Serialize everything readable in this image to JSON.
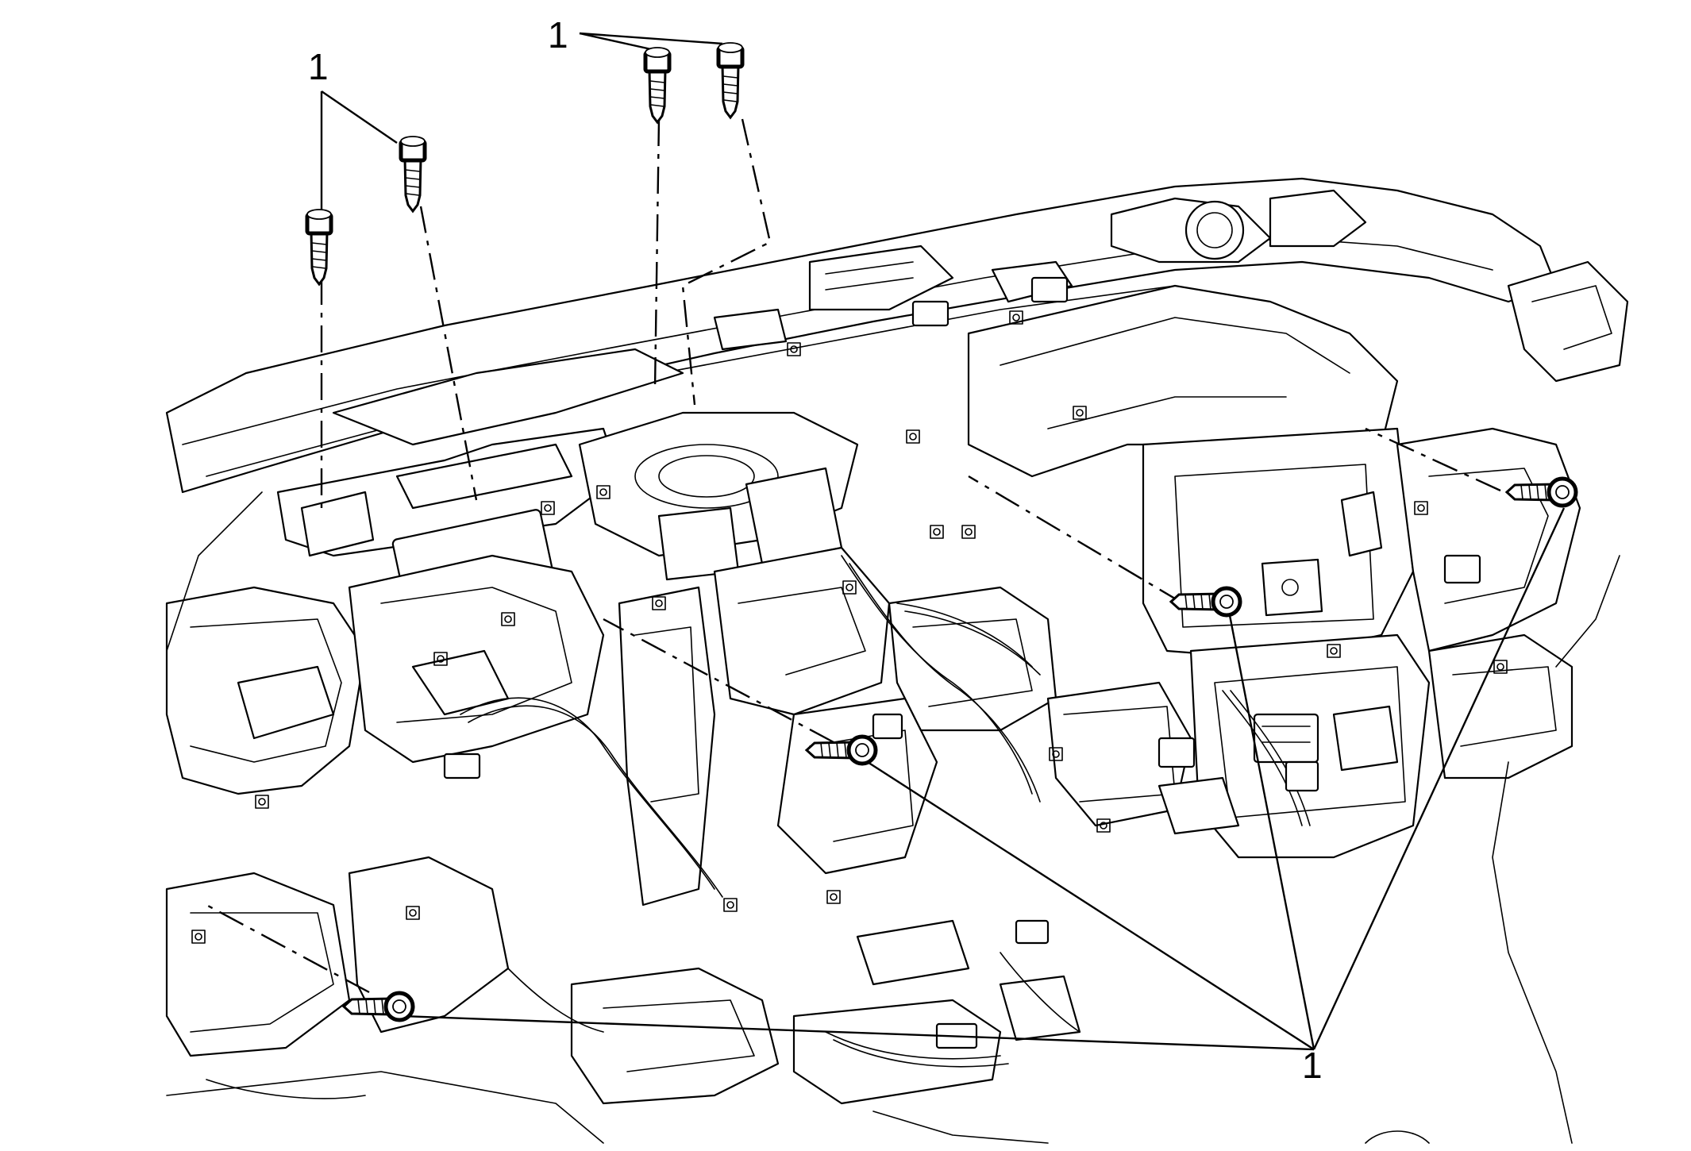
{
  "callouts": [
    {
      "id": "top-left",
      "label": "1"
    },
    {
      "id": "top-right",
      "label": "1"
    },
    {
      "id": "bottom-right",
      "label": "1"
    }
  ],
  "colors": {
    "line": "#000000",
    "background": "#ffffff"
  }
}
